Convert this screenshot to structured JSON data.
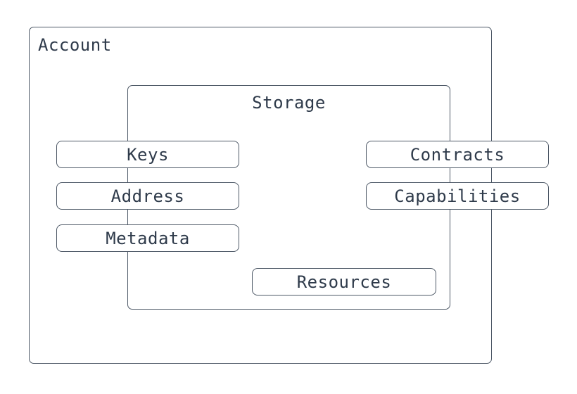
{
  "diagram": {
    "account_label": "Account",
    "storage_label": "Storage",
    "nodes": {
      "keys": "Keys",
      "address": "Address",
      "metadata": "Metadata",
      "contracts": "Contracts",
      "capabilities": "Capabilities",
      "resources": "Resources"
    },
    "colors": {
      "border": "#4d5866",
      "text": "#2e3a4a",
      "bg": "#ffffff"
    }
  }
}
